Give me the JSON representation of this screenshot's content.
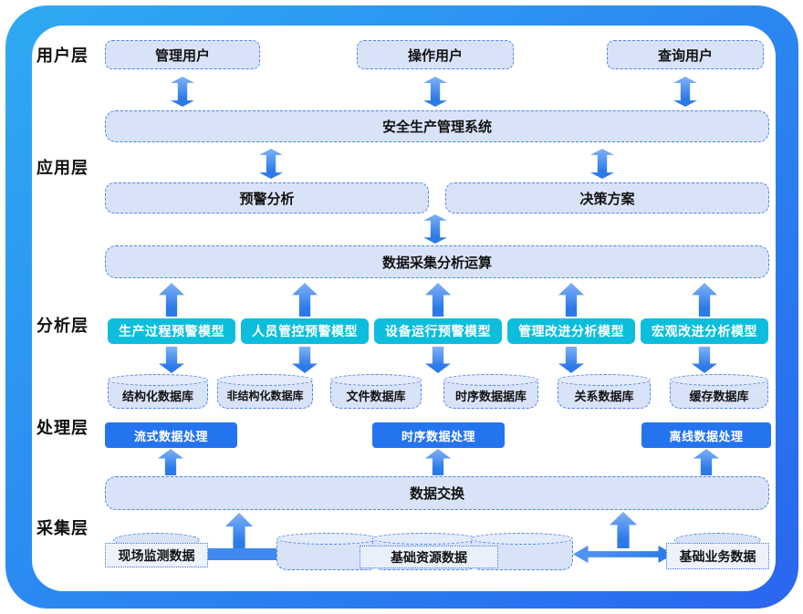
{
  "layer_labels": {
    "user": "用户层",
    "app": "应用层",
    "analysis": "分析层",
    "processing": "处理层",
    "collection": "采集层"
  },
  "user_layer": {
    "boxes": [
      {
        "label": "管理用户"
      },
      {
        "label": "操作用户"
      },
      {
        "label": "查询用户"
      }
    ]
  },
  "app_layer": {
    "system": "安全生产管理系统",
    "warning_analysis": "预警分析",
    "decision_plan": "决策方案"
  },
  "analysis_layer": {
    "compute": "数据采集分析运算",
    "models": [
      {
        "label": "生产过程预警模型"
      },
      {
        "label": "人员管控预警模型"
      },
      {
        "label": "设备运行预警模型"
      },
      {
        "label": "管理改进分析模型"
      },
      {
        "label": "宏观改进分析模型"
      }
    ],
    "databases": [
      {
        "label": "结构化数据库"
      },
      {
        "label": "非结构化数据库"
      },
      {
        "label": "文件数据库"
      },
      {
        "label": "时序数据据库"
      },
      {
        "label": "关系数据库"
      },
      {
        "label": "缓存数据库"
      }
    ]
  },
  "processing_layer": {
    "processors": [
      {
        "label": "流式数据处理"
      },
      {
        "label": "时序数据处理"
      },
      {
        "label": "离线数据处理"
      }
    ]
  },
  "collection_layer": {
    "exchange": "数据交换",
    "sources": [
      {
        "label": "现场监测数据"
      },
      {
        "label": "基础资源数据"
      },
      {
        "label": "基础业务数据"
      }
    ]
  },
  "colors": {
    "frame_gradient_start": "#2EAAF3",
    "frame_gradient_end": "#2A66EF",
    "box_fill": "#D9E3F8",
    "box_border": "#4E85EC",
    "model_teal": "#0CBEDC",
    "processor_blue": "#2474F0",
    "arrow_blue": "#2C7AE8",
    "text": "#121212"
  }
}
